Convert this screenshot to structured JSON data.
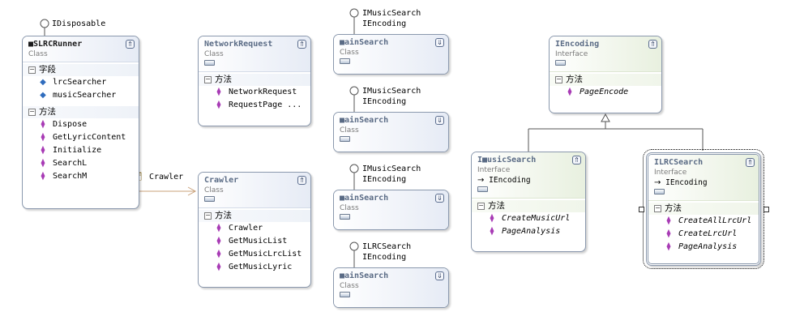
{
  "labels": {
    "fields_section": "字段",
    "methods_section": "方法",
    "class_stereotype": "Class",
    "interface_stereotype": "Interface",
    "collapse_glyph": "⇑",
    "expand_glyph": "⇓"
  },
  "slrc_runner": {
    "lollipop": "IDisposable",
    "name": "■SLRCRunner",
    "fields": [
      "lrcSearcher",
      "musicSearcher"
    ],
    "methods": [
      "Dispose",
      "GetLyricContent",
      "Initialize",
      "SearchL",
      "SearchM"
    ]
  },
  "network_request": {
    "name": "NetworkRequest",
    "methods": [
      "NetworkRequest",
      "RequestPage ..."
    ]
  },
  "crawler": {
    "name": "Crawler",
    "association_label": "Crawler",
    "methods": [
      "Crawler",
      "GetMusicList",
      "GetMusicLrcList",
      "GetMusicLyric"
    ]
  },
  "main_searches": [
    {
      "name": "■ainSearch",
      "lollipop": [
        "IMusicSearch",
        "IEncoding"
      ]
    },
    {
      "name": "■ainSearch",
      "lollipop": [
        "IMusicSearch",
        "IEncoding"
      ]
    },
    {
      "name": "■ainSearch",
      "lollipop": [
        "IMusicSearch",
        "IEncoding"
      ]
    },
    {
      "name": "■ainSearch",
      "lollipop": [
        "ILRCSearch",
        "IEncoding"
      ]
    }
  ],
  "iencoding": {
    "name": "IEncoding",
    "methods": [
      "PageEncode"
    ]
  },
  "imusic_search": {
    "name": "I■usicSearch",
    "implements": "IEncoding",
    "methods": [
      "CreateMusicUrl",
      "PageAnalysis"
    ]
  },
  "ilrc_search": {
    "name": "ILRCSearch",
    "implements": "IEncoding",
    "methods": [
      "CreateAllLrcUrl",
      "CreateLrcUrl",
      "PageAnalysis"
    ]
  },
  "colors": {
    "border": "#8a98ad",
    "class_header": "#e6ebf5",
    "interface_header": "#e8f0df",
    "method_icon": "#a83bb5",
    "field_icon": "#2f6cbd",
    "association_line": "#c8a07a"
  }
}
